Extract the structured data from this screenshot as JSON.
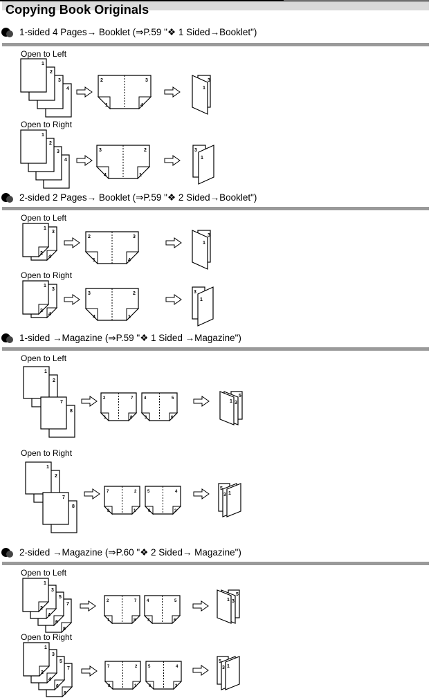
{
  "page_title": "Copying Book Originals",
  "sections": [
    {
      "id": "one-sided-4-booklet",
      "heading": "1-sided 4 Pages→ Booklet (⇒P.59 \"❖ 1 Sided→Booklet\")",
      "icon": "bullet-circles-icon",
      "rows": [
        {
          "label": "Open to Left",
          "originals": {
            "kind": "single",
            "pages": [
              "1",
              "2",
              "3",
              "4"
            ]
          },
          "spreads": [
            {
              "left": "2",
              "right": "3",
              "corner_left": "1",
              "corner_right": "4"
            }
          ],
          "result": {
            "direction": "left",
            "labels": [
              "1",
              "3"
            ]
          }
        },
        {
          "label": "Open to Right",
          "originals": {
            "kind": "single",
            "pages": [
              "1",
              "2",
              "3",
              "4"
            ]
          },
          "spreads": [
            {
              "left": "3",
              "right": "2",
              "corner_left": "4",
              "corner_right": "1"
            }
          ],
          "result": {
            "direction": "right",
            "labels": [
              "3",
              "1"
            ]
          }
        }
      ]
    },
    {
      "id": "two-sided-2-booklet",
      "heading": "2-sided 2 Pages→ Booklet (⇒P.59 \"❖ 2 Sided→Booklet\")",
      "icon": "bullet-circles-icon",
      "rows": [
        {
          "label": "Open to Left",
          "originals": {
            "kind": "duplex",
            "pages": [
              [
                "1",
                "2"
              ],
              [
                "3",
                "4"
              ]
            ]
          },
          "spreads": [
            {
              "left": "2",
              "right": "3",
              "corner_left": "1",
              "corner_right": "4"
            }
          ],
          "result": {
            "direction": "left",
            "labels": [
              "1",
              "3"
            ]
          }
        },
        {
          "label": "Open to Right",
          "originals": {
            "kind": "duplex",
            "pages": [
              [
                "1",
                "2"
              ],
              [
                "3",
                "4"
              ]
            ]
          },
          "spreads": [
            {
              "left": "3",
              "right": "2",
              "corner_left": "4",
              "corner_right": "1"
            }
          ],
          "result": {
            "direction": "right",
            "labels": [
              "3",
              "1"
            ]
          }
        }
      ]
    },
    {
      "id": "one-sided-magazine",
      "heading": "1-sided →Magazine (⇒P.59 \"❖ 1 Sided →Magazine\")",
      "icon": "bullet-circles-icon",
      "rows": [
        {
          "label": "Open to Left",
          "originals": {
            "kind": "split",
            "pages": [
              "1",
              "2",
              "7",
              "8"
            ]
          },
          "spreads": [
            {
              "left": "2",
              "right": "7",
              "corner_left": "1",
              "corner_right": "8"
            },
            {
              "left": "4",
              "right": "5",
              "corner_left": "3",
              "corner_right": "6"
            }
          ],
          "result": {
            "direction": "left-multi",
            "labels": [
              "1",
              "3",
              "5"
            ]
          }
        },
        {
          "label": "Open to Right",
          "originals": {
            "kind": "split",
            "pages": [
              "1",
              "2",
              "7",
              "8"
            ]
          },
          "spreads": [
            {
              "left": "7",
              "right": "2",
              "corner_left": "8",
              "corner_right": "1"
            },
            {
              "left": "5",
              "right": "4",
              "corner_left": "6",
              "corner_right": "3"
            }
          ],
          "result": {
            "direction": "right-multi",
            "labels": [
              "5",
              "3",
              "1"
            ]
          }
        }
      ]
    },
    {
      "id": "two-sided-magazine",
      "heading": "2-sided →Magazine (⇒P.60 \"❖ 2 Sided→ Magazine\")",
      "icon": "bullet-circles-icon",
      "rows": [
        {
          "label": "Open to Left",
          "originals": {
            "kind": "duplex",
            "pages": [
              [
                "1",
                "2"
              ],
              [
                "3",
                "4"
              ],
              [
                "5",
                "6"
              ],
              [
                "7",
                "8"
              ]
            ]
          },
          "spreads": [
            {
              "left": "2",
              "right": "7",
              "corner_left": "1",
              "corner_right": "8"
            },
            {
              "left": "4",
              "right": "5",
              "corner_left": "3",
              "corner_right": "6"
            }
          ],
          "result": {
            "direction": "left-multi",
            "labels": [
              "1",
              "3",
              "5"
            ]
          }
        },
        {
          "label": "Open to Right",
          "originals": {
            "kind": "duplex",
            "pages": [
              [
                "1",
                "2"
              ],
              [
                "3",
                "4"
              ],
              [
                "5",
                "6"
              ],
              [
                "7",
                "8"
              ]
            ]
          },
          "spreads": [
            {
              "left": "7",
              "right": "2",
              "corner_left": "8",
              "corner_right": "1"
            },
            {
              "left": "5",
              "right": "4",
              "corner_left": "6",
              "corner_right": "3"
            }
          ],
          "result": {
            "direction": "right-multi",
            "labels": [
              "5",
              "3",
              "1"
            ]
          }
        }
      ]
    }
  ]
}
